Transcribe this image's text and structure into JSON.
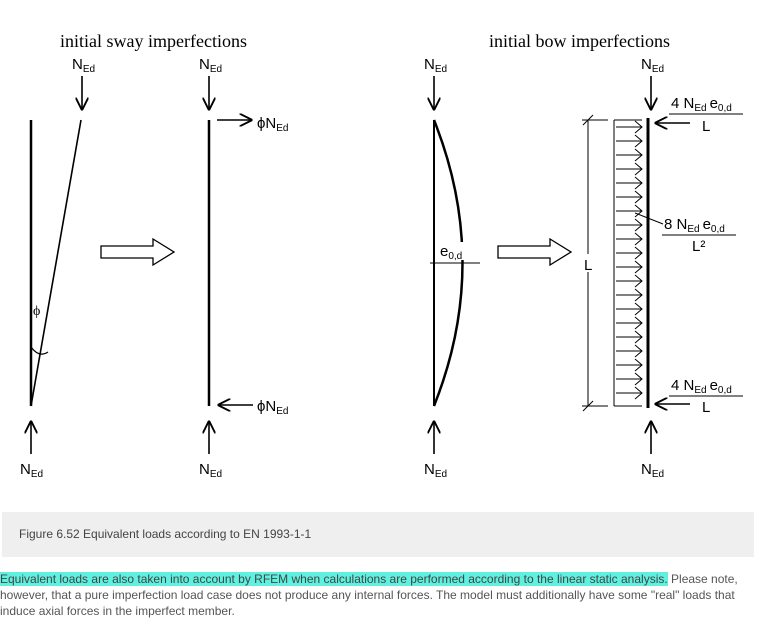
{
  "figure": {
    "title_left": "initial sway imperfections",
    "title_right": "initial bow imperfections",
    "n_label": "N",
    "n_sub": "Ed",
    "phi": "ϕ",
    "phi_n": "ϕN",
    "e0d": "e",
    "e0d_sub": "0,d",
    "length": "L",
    "four_n": "4 N",
    "eight_n": "8 N",
    "den_l": "L",
    "den_l2": "L²"
  },
  "caption": "Figure 6.52 Equivalent loads according to EN 1993-1-1",
  "paragraph": {
    "highlighted": "Equivalent loads are also taken into account by RFEM when calculations are performed according to the linear static analysis.",
    "rest": " Please note, however, that a pure imperfection load case does not produce any internal forces. The model must additionally have some \"real\" loads that induce axial forces in the imperfect member."
  }
}
